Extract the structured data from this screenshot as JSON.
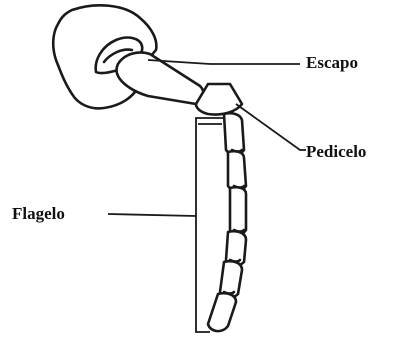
{
  "labels": {
    "escapo": "Escapo",
    "pedicelo": "Pedicelo",
    "flagelo": "Flagelo"
  },
  "colors": {
    "ink": "#1a1a1a",
    "background": "#ffffff"
  }
}
